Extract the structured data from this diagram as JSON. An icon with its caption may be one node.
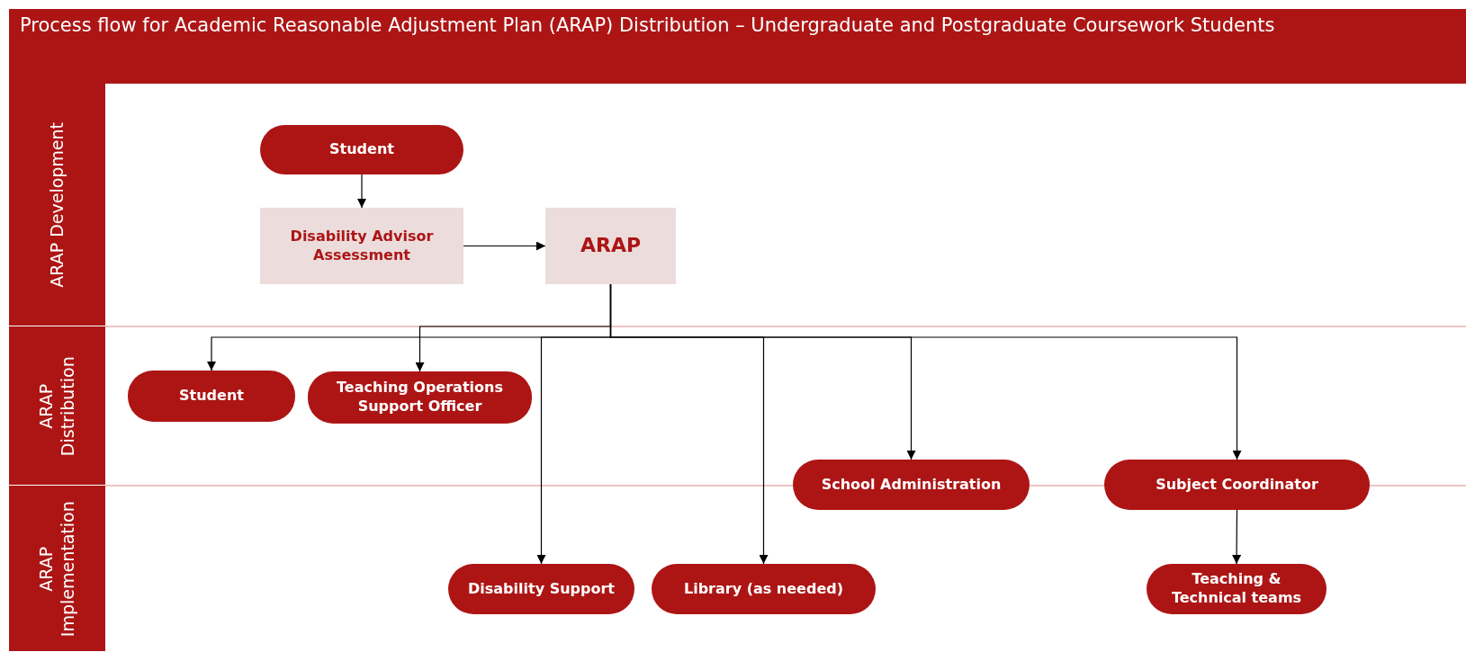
{
  "diagram": {
    "title": "Process flow for Academic Reasonable Adjustment Plan (ARAP) Distribution – Undergraduate and Postgraduate Coursework Students",
    "nodes": [
      {
        "text": [
          "Student"
        ]
      },
      {
        "text": [
          "Disability Advisor Assessment"
        ]
      },
      {
        "text": [
          "ARAP"
        ]
      },
      {
        "text": [
          "Student"
        ]
      },
      {
        "text": [
          "Teaching Operations Support Officer"
        ]
      },
      {
        "text": [
          "School Administration"
        ]
      },
      {
        "text": [
          "Subject Coordinator"
        ]
      },
      {
        "text": [
          "Disability Support"
        ]
      },
      {
        "text": [
          "Library (as needed)"
        ]
      },
      {
        "text": [
          "Teaching & Technical teams"
        ]
      }
    ],
    "edges": [
      {
        "from": 0,
        "to": 1,
        "arrow": "to"
      },
      {
        "from": 1,
        "to": 2,
        "arrow": "to"
      },
      {
        "from": 2,
        "to": 3,
        "arrow": "to"
      },
      {
        "from": 2,
        "to": 4,
        "arrow": "to"
      },
      {
        "from": 2,
        "to": 7,
        "arrow": "to"
      },
      {
        "from": 2,
        "to": 8,
        "arrow": "to"
      },
      {
        "from": 2,
        "to": 5,
        "arrow": "to"
      },
      {
        "from": 2,
        "to": 6,
        "arrow": "to"
      },
      {
        "from": 6,
        "to": 9,
        "arrow": "to"
      }
    ],
    "labels": [
      "ARAP Development",
      "ARAP Distribution",
      "ARAP Implementation"
    ]
  }
}
